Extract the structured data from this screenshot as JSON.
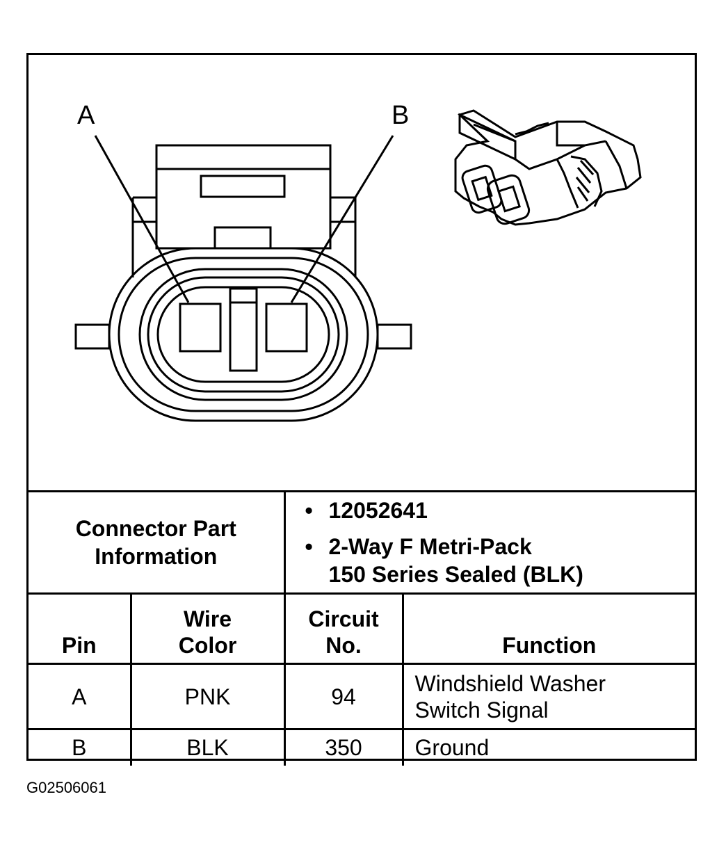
{
  "diagram": {
    "pin_labels": [
      "A",
      "B"
    ]
  },
  "connector_info": {
    "label_line1": "Connector Part",
    "label_line2": "Information",
    "items": [
      {
        "line1": "12052641",
        "line2": ""
      },
      {
        "line1": "2-Way F Metri-Pack",
        "line2": "150 Series Sealed (BLK)"
      }
    ]
  },
  "pin_table": {
    "headers": {
      "pin": "Pin",
      "wire_color_1": "Wire",
      "wire_color_2": "Color",
      "circuit_1": "Circuit",
      "circuit_2": "No.",
      "function": "Function"
    },
    "rows": [
      {
        "pin": "A",
        "wire_color": "PNK",
        "circuit": "94",
        "function_1": "Windshield Washer",
        "function_2": "Switch Signal"
      },
      {
        "pin": "B",
        "wire_color": "BLK",
        "circuit": "350",
        "function_1": "Ground",
        "function_2": ""
      }
    ]
  },
  "figure_id": "G02506061"
}
